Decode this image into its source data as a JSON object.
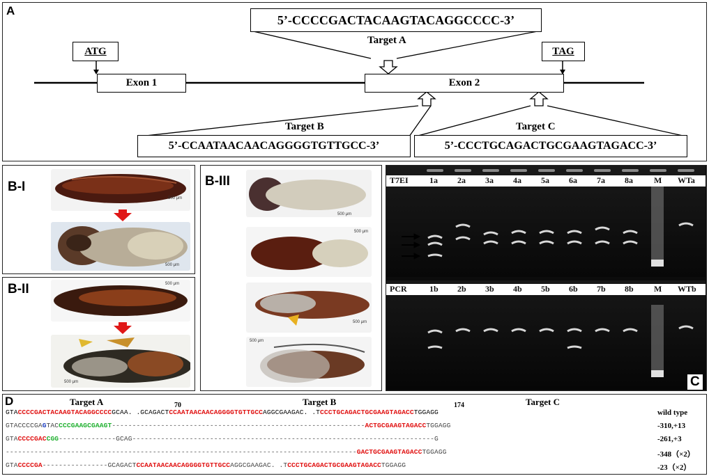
{
  "panel_a": {
    "label": "A",
    "atg": "ATG",
    "tag": "TAG",
    "exon1": "Exon 1",
    "exon2": "Exon 2",
    "target_a_seq": "5’-CCCCGACTACAAGTACAGGCCCC-3’",
    "target_a_label": "Target A",
    "target_b_label": "Target B",
    "target_b_seq": "5’-CCAATAACAACAGGGGTGTTGCC-3’",
    "target_c_label": "Target C",
    "target_c_seq": "5’-CCCTGCAGACTGCGAAGTAGACC-3’"
  },
  "panel_b": {
    "b1_label": "B-I",
    "b2_label": "B-II",
    "b3_label": "B-III",
    "scale": "500 μm"
  },
  "panel_c": {
    "label": "C",
    "t7ei_label": "T7EI",
    "pcr_label": "PCR",
    "t7_lanes": [
      "1a",
      "2a",
      "3a",
      "4a",
      "5a",
      "6a",
      "7a",
      "8a",
      "M",
      "WTa"
    ],
    "pcr_lanes": [
      "1b",
      "2b",
      "3b",
      "4b",
      "5b",
      "6b",
      "7b",
      "8b",
      "M",
      "WTb"
    ]
  },
  "panel_d": {
    "label": "D",
    "target_a": "Target A",
    "target_b": "Target B",
    "target_c": "Target C",
    "pos70": "70",
    "pos174": "174",
    "rows": [
      {
        "label": "wild type"
      },
      {
        "label": "-310,+13"
      },
      {
        "label": "-261,+3"
      },
      {
        "label": "-348（×2）"
      },
      {
        "label": "-23（×2）"
      }
    ]
  }
}
